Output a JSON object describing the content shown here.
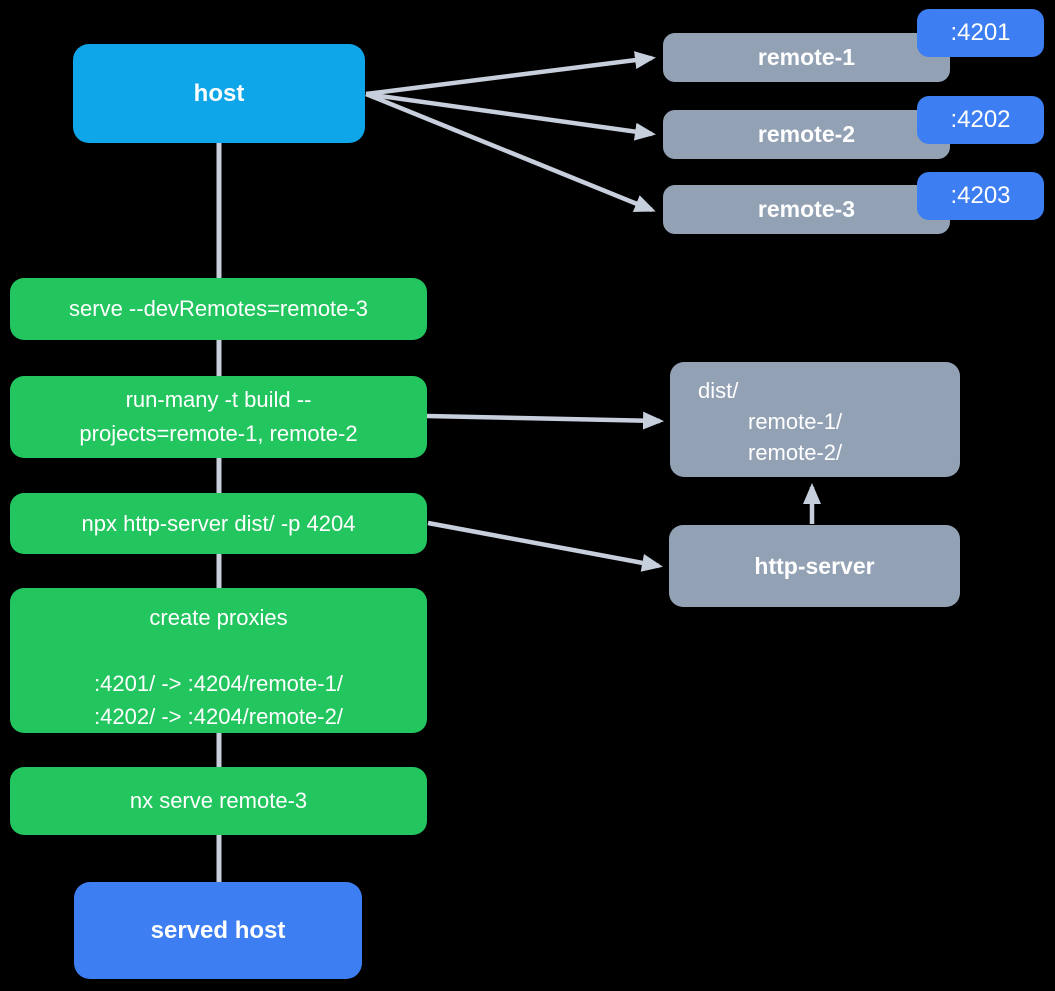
{
  "nodes": {
    "host": {
      "label": "host"
    },
    "served_host": {
      "label": "served host"
    },
    "http_server": {
      "label": "http-server"
    },
    "dist": {
      "root": "dist/",
      "children": [
        "remote-1/",
        "remote-2/"
      ]
    }
  },
  "remotes": [
    {
      "label": "remote-1",
      "port": ":4201"
    },
    {
      "label": "remote-2",
      "port": ":4202"
    },
    {
      "label": "remote-3",
      "port": ":4203"
    }
  ],
  "commands": {
    "serve": "serve --devRemotes=remote-3",
    "run_many_line1": "run-many -t build --",
    "run_many_line2": "projects=remote-1, remote-2",
    "http_server": "npx http-server dist/ -p 4204",
    "create_proxies_title": "create proxies",
    "create_proxies_mapping1": ":4201/ -> :4204/remote-1/",
    "create_proxies_mapping2": ":4202/ -> :4204/remote-2/",
    "nx_serve": "nx serve remote-3"
  },
  "colors": {
    "background": "#000000",
    "host_node": "#0ea5e9",
    "command_node": "#22c55e",
    "remote_node": "#93a1b5",
    "port_badge": "#3d7ff2",
    "served_host_node": "#3d7ff2",
    "edge": "#c7cfdc",
    "text": "#ffffff"
  }
}
